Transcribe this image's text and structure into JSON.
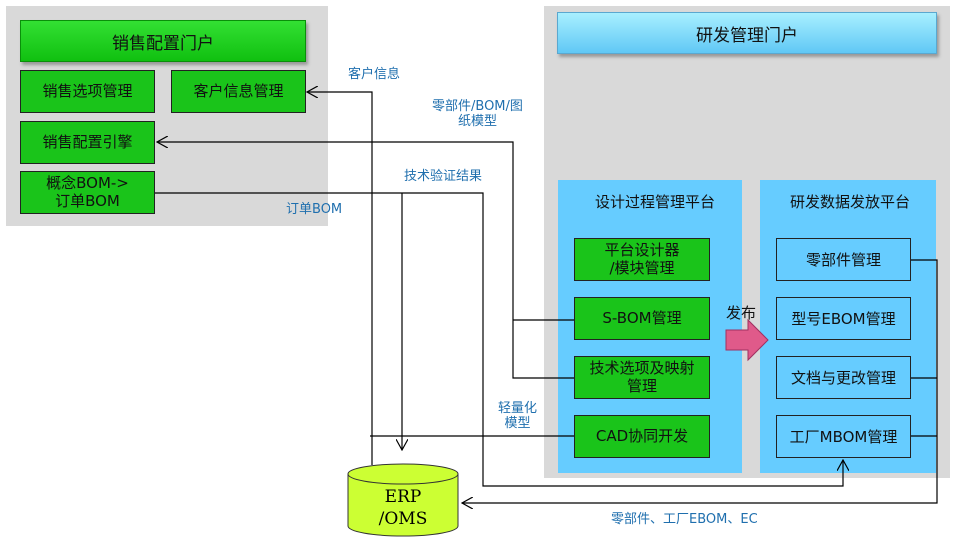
{
  "sales_portal": {
    "title": "销售配置门户",
    "items": [
      "销售选项管理",
      "客户信息管理",
      "销售配置引擎",
      "概念BOM->\n订单BOM"
    ]
  },
  "rd_portal": {
    "title": "研发管理门户",
    "design_platform": {
      "title": "设计过程管理平台",
      "items": [
        "平台设计器\n/模块管理",
        "S-BOM管理",
        "技术选项及映射\n管理",
        "CAD协同开发"
      ]
    },
    "release_platform": {
      "title": "研发数据发放平台",
      "items": [
        "零部件管理",
        "型号EBOM管理",
        "文档与更改管理",
        "工厂MBOM管理"
      ]
    },
    "release_label": "发布"
  },
  "erp": {
    "line1": "ERP",
    "line2": "/OMS"
  },
  "labels": {
    "customer_info": "客户信息",
    "parts_bom": "零部件/BOM/图\n纸模型",
    "tech_verify": "技术验证结果",
    "order_bom": "订单BOM",
    "lightweight": "轻量化\n模型",
    "parts_ebom_ec": "零部件、工厂EBOM、EC"
  },
  "colors": {
    "green": "#1ac41a",
    "blue": "#66ccff",
    "panel": "#d9d9d9",
    "erp": "#ccff33",
    "arrow": "#e05a8a",
    "label": "#1f6fae"
  }
}
